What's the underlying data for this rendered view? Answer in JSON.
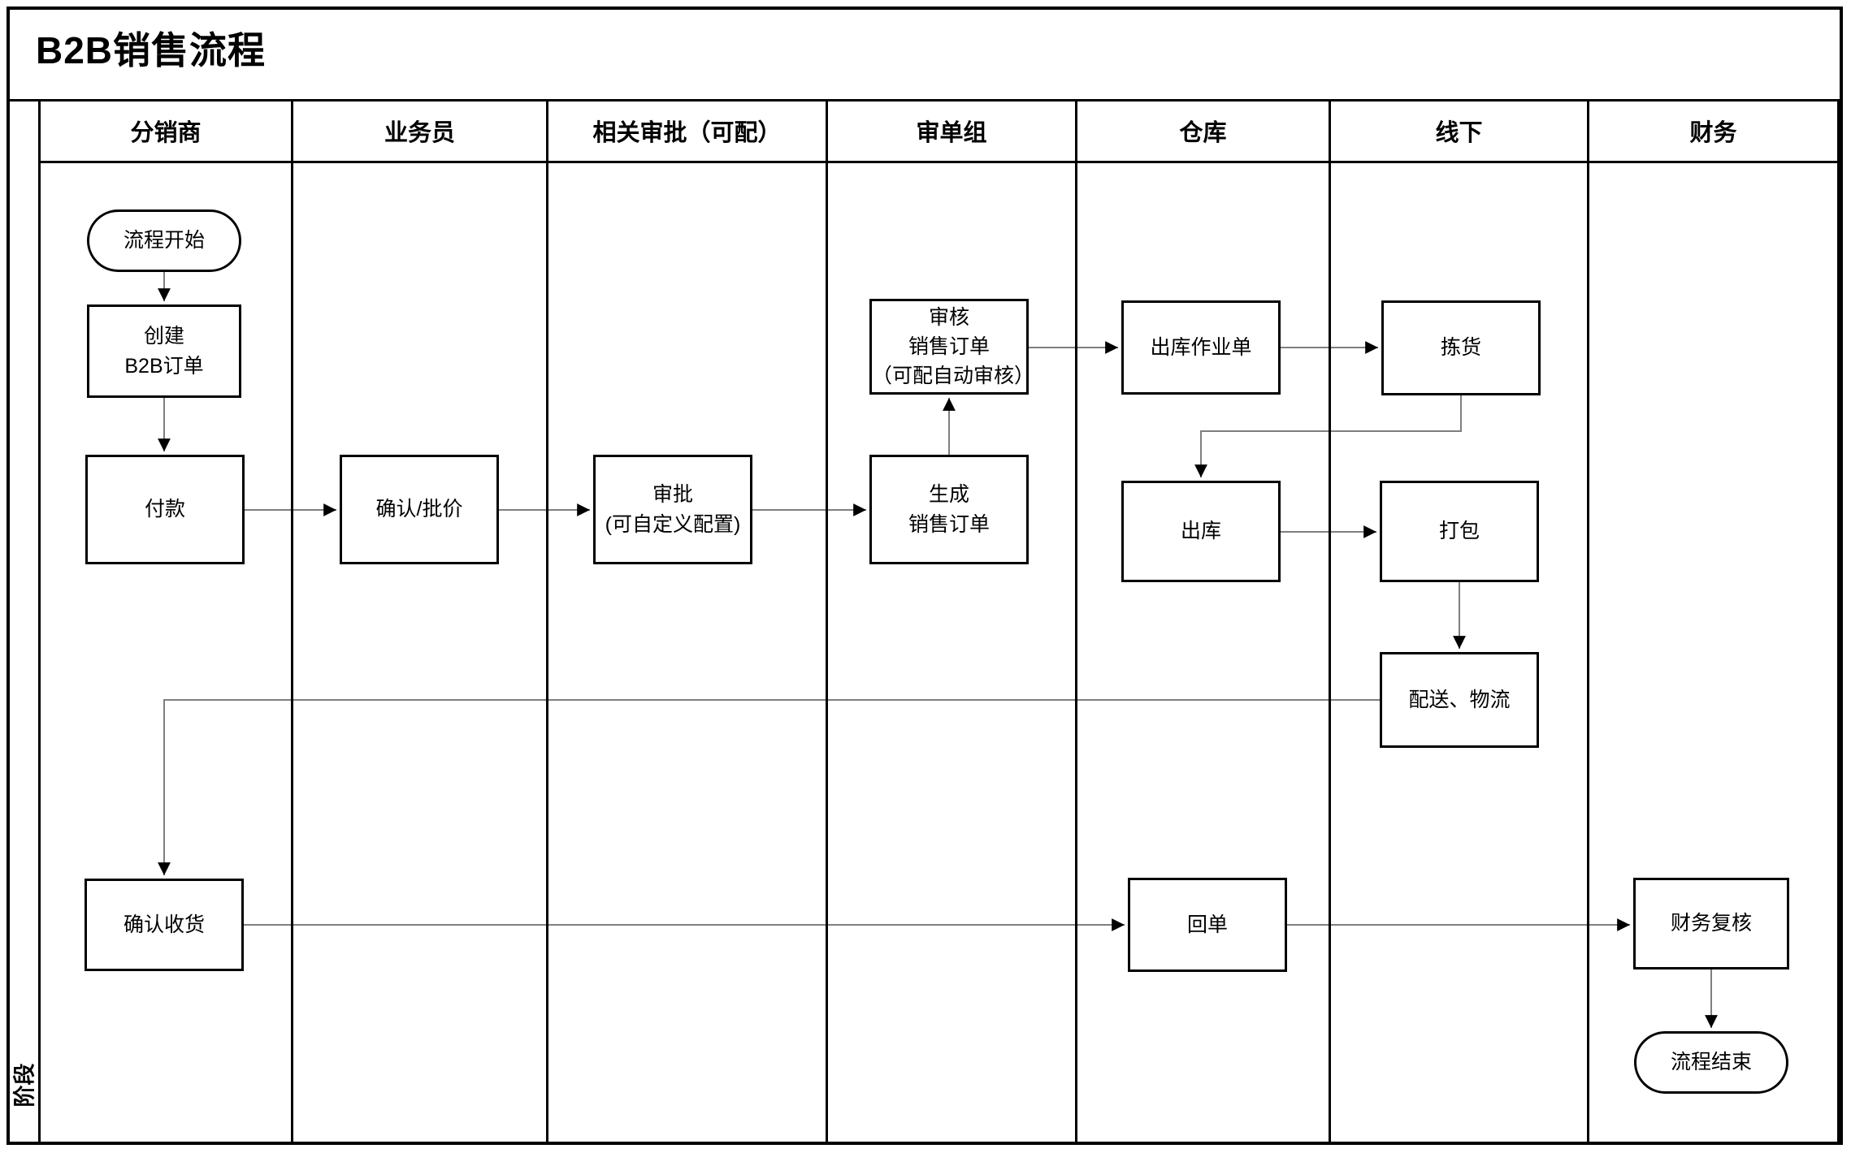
{
  "title": "B2B销售流程",
  "stage": {
    "label": "阶段"
  },
  "lanes": [
    {
      "label": "分销商"
    },
    {
      "label": "业务员"
    },
    {
      "label": "相关审批（可配）"
    },
    {
      "label": "审单组"
    },
    {
      "label": "仓库"
    },
    {
      "label": "线下"
    },
    {
      "label": "财务"
    }
  ],
  "nodes": {
    "start": {
      "label": "流程开始",
      "type": "terminator",
      "lane": 0
    },
    "create_order": {
      "label": "创建\nB2B订单",
      "type": "process",
      "lane": 0
    },
    "pay": {
      "label": "付款",
      "type": "process",
      "lane": 0
    },
    "confirm_price": {
      "label": "确认/批价",
      "type": "process",
      "lane": 1
    },
    "approve": {
      "label": "审批\n(可自定义配置)",
      "type": "process",
      "lane": 2
    },
    "generate_order": {
      "label": "生成\n销售订单",
      "type": "process",
      "lane": 3
    },
    "review_order": {
      "label": "审核\n销售订单\n（可配自动审核）",
      "type": "process",
      "lane": 3
    },
    "outbound_job": {
      "label": "出库作业单",
      "type": "process",
      "lane": 4
    },
    "pick": {
      "label": "拣货",
      "type": "process",
      "lane": 5
    },
    "outbound": {
      "label": "出库",
      "type": "process",
      "lane": 4
    },
    "pack": {
      "label": "打包",
      "type": "process",
      "lane": 5
    },
    "delivery": {
      "label": "配送、物流",
      "type": "process",
      "lane": 5
    },
    "confirm_receipt": {
      "label": "确认收货",
      "type": "process",
      "lane": 0
    },
    "receipt": {
      "label": "回单",
      "type": "process",
      "lane": 4
    },
    "finance_review": {
      "label": "财务复核",
      "type": "process",
      "lane": 6
    },
    "end": {
      "label": "流程结束",
      "type": "terminator",
      "lane": 6
    }
  },
  "edges": [
    {
      "from": "start",
      "to": "create_order"
    },
    {
      "from": "create_order",
      "to": "pay"
    },
    {
      "from": "pay",
      "to": "confirm_price"
    },
    {
      "from": "confirm_price",
      "to": "approve"
    },
    {
      "from": "approve",
      "to": "generate_order"
    },
    {
      "from": "generate_order",
      "to": "review_order"
    },
    {
      "from": "review_order",
      "to": "outbound_job"
    },
    {
      "from": "outbound_job",
      "to": "pick"
    },
    {
      "from": "pick",
      "to": "outbound"
    },
    {
      "from": "outbound",
      "to": "pack"
    },
    {
      "from": "pack",
      "to": "delivery"
    },
    {
      "from": "delivery",
      "to": "confirm_receipt"
    },
    {
      "from": "confirm_receipt",
      "to": "receipt"
    },
    {
      "from": "receipt",
      "to": "finance_review"
    },
    {
      "from": "finance_review",
      "to": "end"
    }
  ],
  "colors": {
    "border": "#000000",
    "connector": "#7f7f7f",
    "arrowhead": "#000000",
    "background": "#ffffff"
  }
}
